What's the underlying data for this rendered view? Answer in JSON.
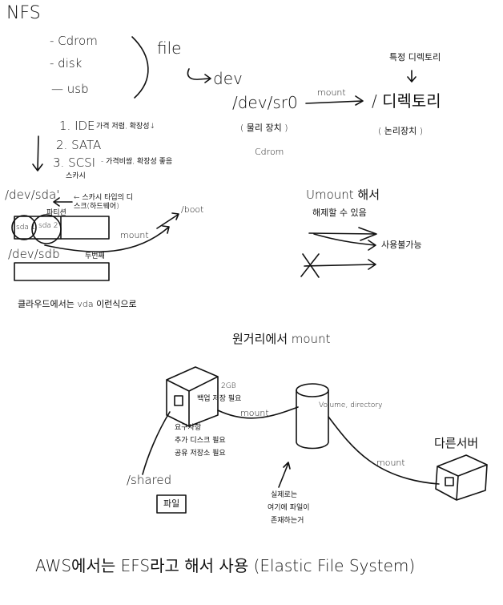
{
  "title": "NFS",
  "devices": [
    "- Cdrom",
    "- disk",
    "— usb"
  ],
  "file_label": "file",
  "dev_label": "dev",
  "sr0": {
    "path": "/dev/sr0",
    "mount": "mount",
    "target_note": "특정 디렉토리",
    "target": "/ 디렉토리",
    "physical": "( 물리 장치 )",
    "logical": "( 논리장치 )",
    "cdrom": "Cdrom"
  },
  "interfaces": [
    {
      "label": "1. IDE",
      "note": "가격 저렴, 확장성↓"
    },
    {
      "label": "2. SATA",
      "note": ""
    },
    {
      "label": "3. SCSI",
      "note": "- 가격비쌈, 확장성 좋음"
    }
  ],
  "scsi_sub": "스카시",
  "sda": {
    "path": "/dev/sda'",
    "note": "← 스카시 타입의 디스크(하드웨어)",
    "part1": "sda 1",
    "part2": "sda 2",
    "part_note": "파티션",
    "mount": "mount",
    "boot": "/boot"
  },
  "sdb": {
    "path": "/dev/sdb",
    "note": "두번째"
  },
  "cloud_note": "클라우드에서는 vda 이런식으로",
  "umount": {
    "line1": "Umount 해서",
    "line2": "해제할 수 있음",
    "note": "사용불가능"
  },
  "remote": {
    "title": "원거리에서 mount",
    "server_size": "2GB",
    "server_note": "백업 저장 필요",
    "needs": [
      "요구사항",
      "추가 디스크 필요",
      "공유 저장소 필요"
    ],
    "mount1": "mount",
    "volume": "Volume, directory",
    "other_server": "다른서버",
    "mount2": "mount",
    "shared": "/shared",
    "file_box": "파일",
    "real_note": [
      "실제로는",
      "여기에 파일이",
      "존재하는거"
    ]
  },
  "footer": "AWS에서는 EFS라고 해서 사용 (Elastic File System)"
}
